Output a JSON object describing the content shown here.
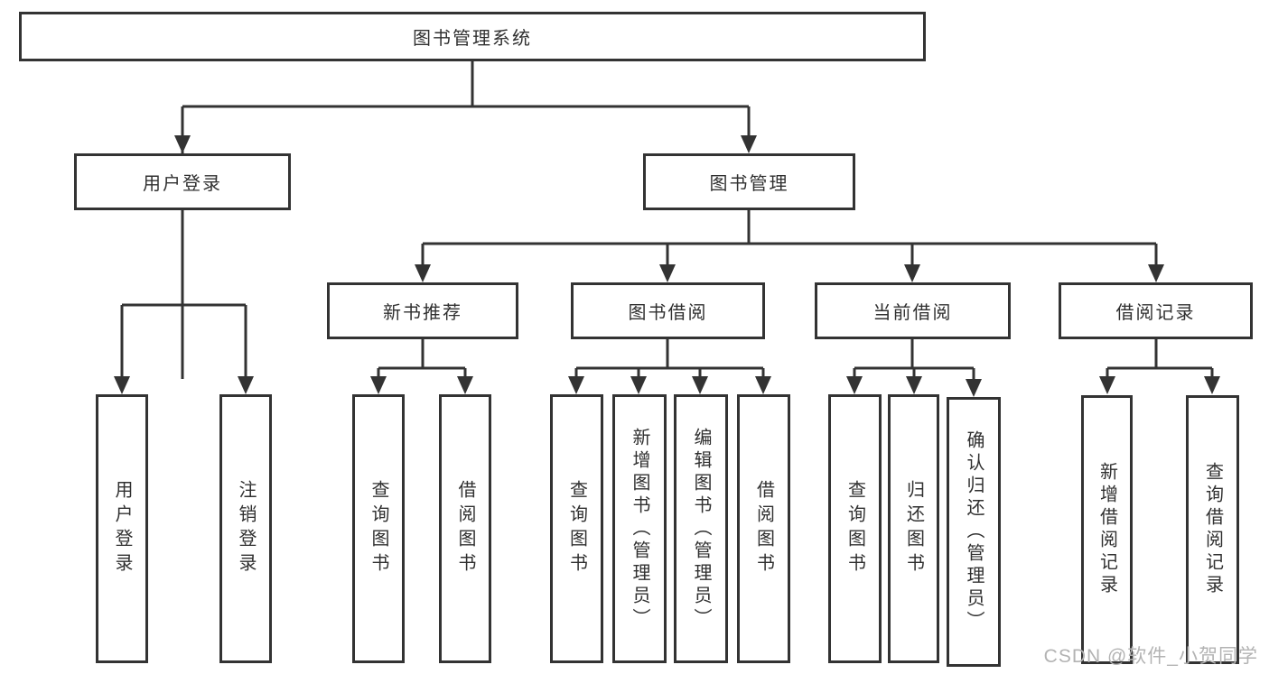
{
  "tree": {
    "label": "图书管理系统",
    "children": [
      {
        "label": "用户登录",
        "children": [
          {
            "label": "用户登录"
          },
          {
            "label": "注销登录"
          }
        ]
      },
      {
        "label": "图书管理",
        "children": [
          {
            "label": "新书推荐",
            "children": [
              {
                "label": "查询图书"
              },
              {
                "label": "借阅图书"
              }
            ]
          },
          {
            "label": "图书借阅",
            "children": [
              {
                "label": "查询图书"
              },
              {
                "label": "新增图书（管理员）"
              },
              {
                "label": "编辑图书（管理员）"
              },
              {
                "label": "借阅图书"
              }
            ]
          },
          {
            "label": "当前借阅",
            "children": [
              {
                "label": "查询图书"
              },
              {
                "label": "归还图书"
              },
              {
                "label": "确认归还（管理员）"
              }
            ]
          },
          {
            "label": "借阅记录",
            "children": [
              {
                "label": "新增借阅记录"
              },
              {
                "label": "查询借阅记录"
              }
            ]
          }
        ]
      }
    ]
  },
  "watermark": "CSDN @软件_小贺同学",
  "colors": {
    "line": "#333333",
    "text": "#303030",
    "watermark": "#b3b3b3",
    "background": "#ffffff"
  }
}
